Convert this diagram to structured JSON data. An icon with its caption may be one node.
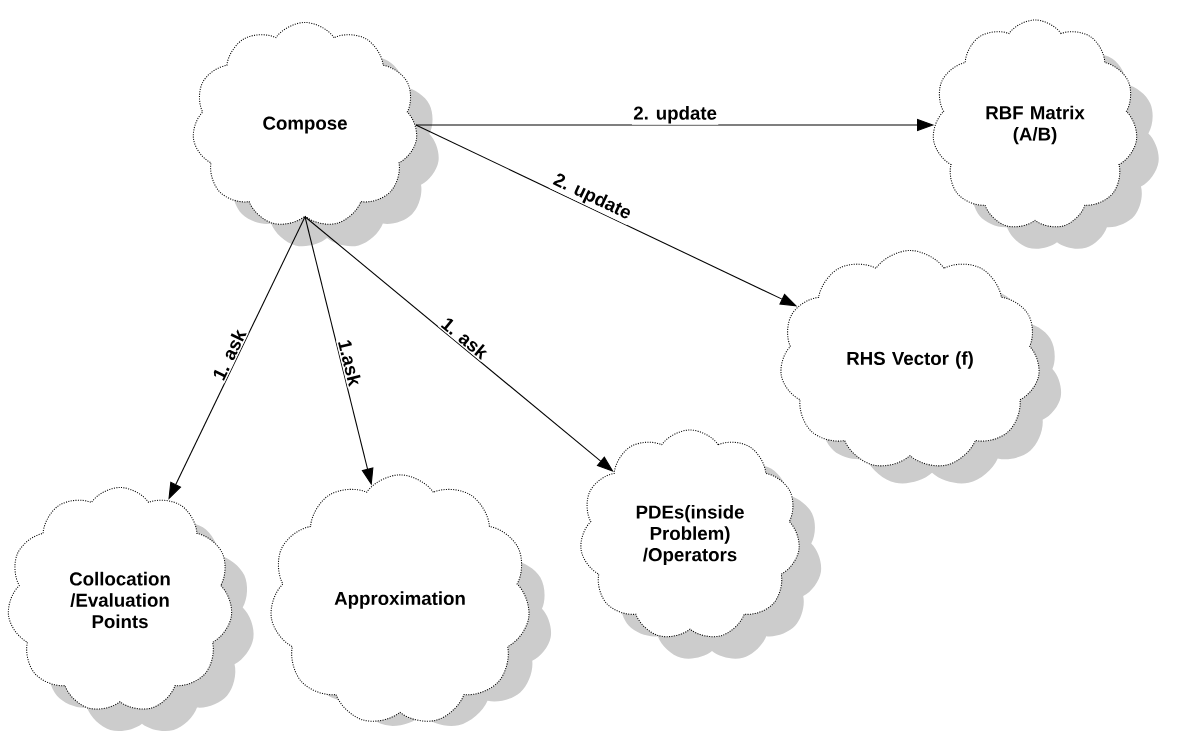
{
  "diagram": {
    "nodes": [
      {
        "text": [
          "Compose"
        ]
      },
      {
        "text": [
          "RBF Matrix (A/B)"
        ]
      },
      {
        "text": [
          "RHS Vector (f)"
        ]
      },
      {
        "text": [
          "Collocation /Evaluation Points"
        ]
      },
      {
        "text": [
          "Approximation"
        ]
      },
      {
        "text": [
          "PDEs(inside Problem) /Operators"
        ]
      }
    ],
    "edges": [
      {
        "from": 0,
        "to": 1,
        "arrow": "to",
        "label": "2. update"
      },
      {
        "from": 0,
        "to": 2,
        "arrow": "to",
        "label": "2. update"
      },
      {
        "from": 0,
        "to": 3,
        "arrow": "to",
        "label": "1. ask"
      },
      {
        "from": 0,
        "to": 4,
        "arrow": "to",
        "label": "1.ask"
      },
      {
        "from": 0,
        "to": 5,
        "arrow": "to",
        "label": "1. ask"
      }
    ]
  }
}
